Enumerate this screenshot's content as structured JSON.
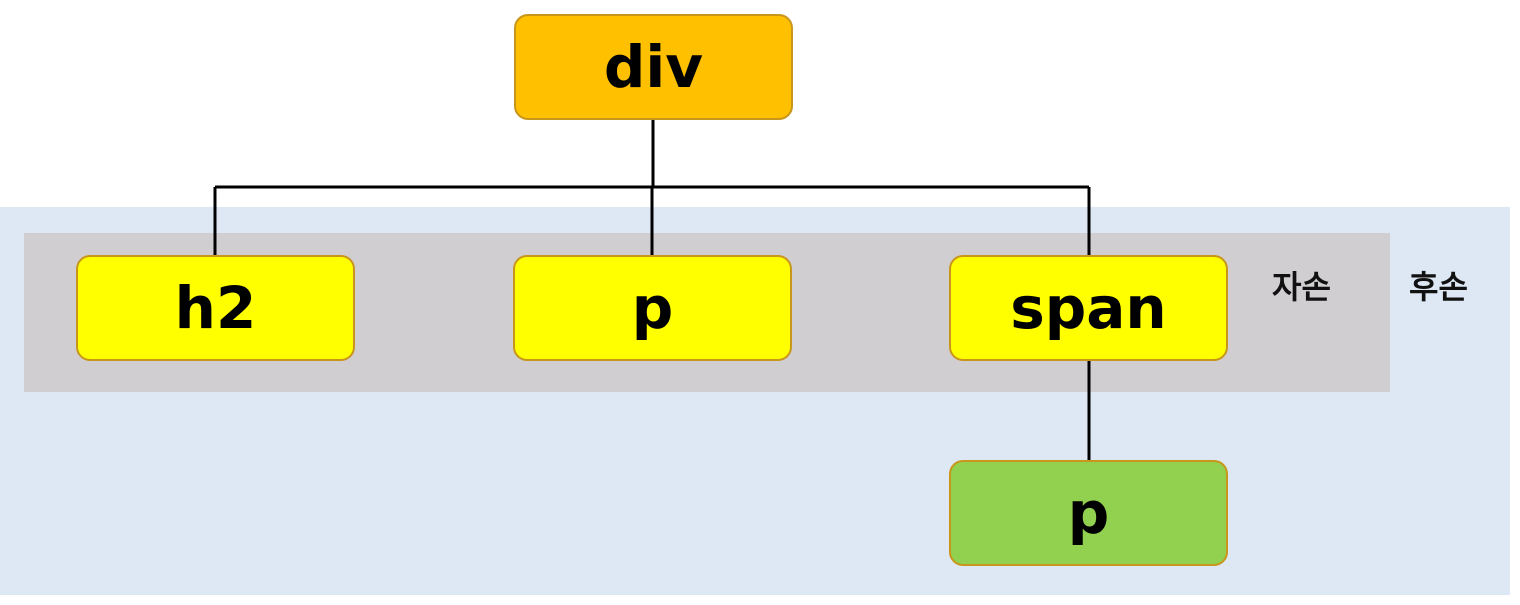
{
  "colors": {
    "root_fill": "#ffc000",
    "child_fill": "#ffff00",
    "grandchild_fill": "#92d050",
    "descendant_region": "#dde8f4",
    "children_band": "#d0ced0",
    "connector": "#000000",
    "node_border": "#c8961a"
  },
  "nodes": {
    "root": {
      "label": "div"
    },
    "child_h2": {
      "label": "h2"
    },
    "child_p": {
      "label": "p"
    },
    "child_span": {
      "label": "span"
    },
    "grandchild_p": {
      "label": "p"
    }
  },
  "labels": {
    "children": "자손",
    "descendants": "후손"
  }
}
